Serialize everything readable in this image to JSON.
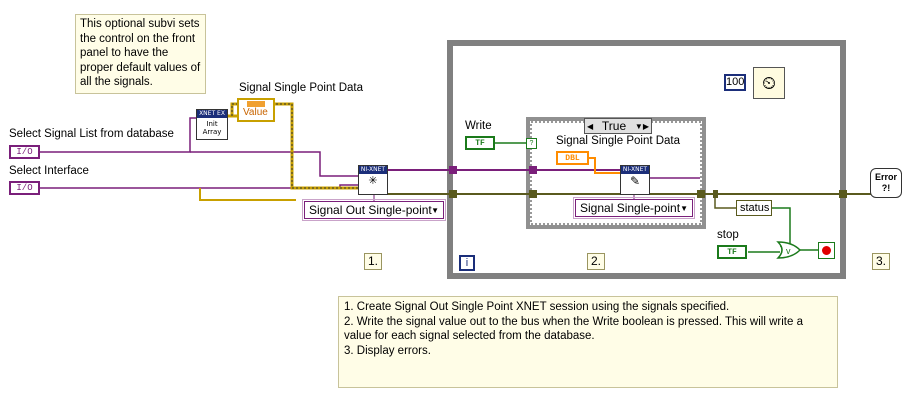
{
  "notes": {
    "subvi_note": "This optional subvi sets the control on the front panel to have the proper default values of all the signals.",
    "steps_note": [
      "1.  Create Signal Out Single Point XNET session using the signals specified.",
      "2.  Write the signal value out to the bus when the Write boolean is pressed.  This will write a value for each signal selected from the database.",
      "3.  Display errors."
    ]
  },
  "labels": {
    "select_signal_list": "Select Signal List from database",
    "select_interface": "Select Interface",
    "signal_single_point_data_top": "Signal Single Point Data",
    "signal_single_point_data_case": "Signal Single Point Data",
    "write": "Write",
    "stop": "stop",
    "status": "status"
  },
  "controls": {
    "io_terminal": "I/O",
    "value_indicator": "Value",
    "bool_terminal": "TF",
    "dbl_terminal": "DBL",
    "wait_constant": "100",
    "case_selector": "True",
    "error_handler": "Error ?!"
  },
  "rings": {
    "signal_out_mode": "Signal Out Single-point",
    "signal_mode": "Signal Single-point"
  },
  "subvis": {
    "xnet_create": "NI-XNET",
    "xnet_write": "NI-XNET",
    "init_array_header": "XNET EX",
    "init_array_text": "Init Array"
  },
  "loop": {
    "iteration_terminal": "i"
  },
  "steps": {
    "one": "1.",
    "two": "2.",
    "three": "3."
  },
  "colors": {
    "io_wire": "#7a1f7a",
    "error_wire": "#5a5a1e",
    "cluster_wire": "#c8a000",
    "bool_wire": "#1b7a1b",
    "dbl_wire": "#ff8c00",
    "loop_frame": "#7f7f7f",
    "wait_blue": "#1b2e7a"
  }
}
